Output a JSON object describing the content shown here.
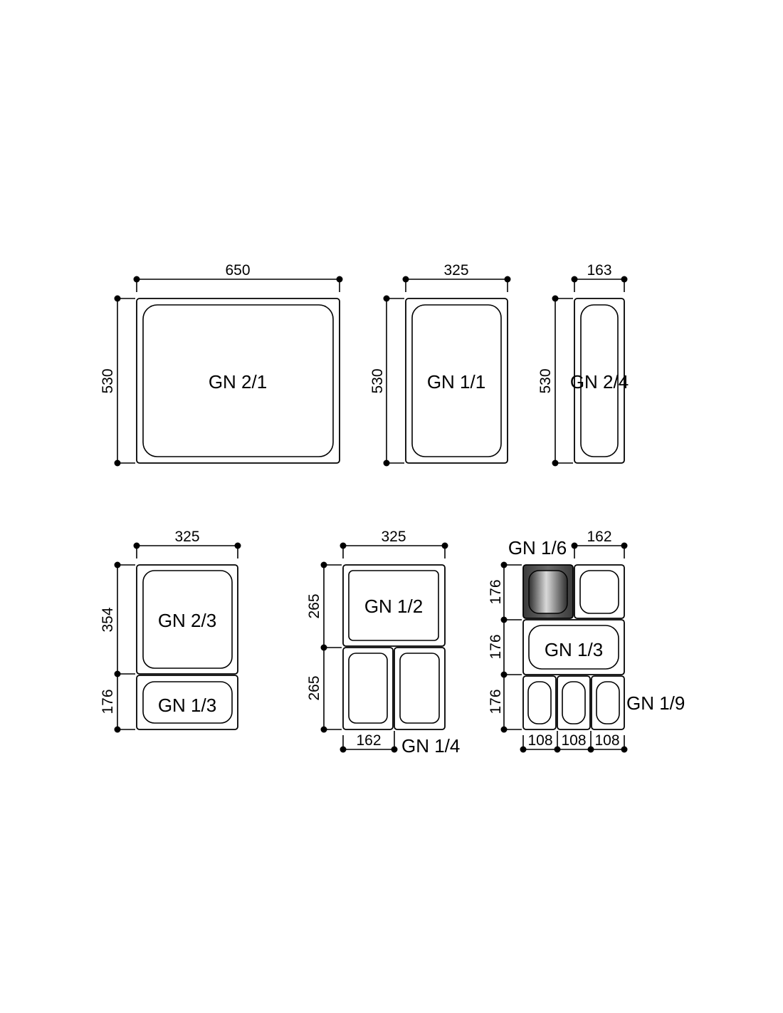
{
  "labels": {
    "gn_2_1": "GN 2/1",
    "gn_1_1": "GN 1/1",
    "gn_2_4": "GN 2/4",
    "gn_2_3": "GN 2/3",
    "gn_1_3_a": "GN 1/3",
    "gn_1_2": "GN 1/2",
    "gn_1_4": "GN 1/4",
    "gn_1_6": "GN 1/6",
    "gn_1_3_b": "GN 1/3",
    "gn_1_9": "GN 1/9"
  },
  "dimensions": {
    "gn21_width": "650",
    "gn21_height": "530",
    "gn11_width": "325",
    "gn11_height": "530",
    "gn24_width": "163",
    "gn24_height": "530",
    "gn23_width": "325",
    "gn23_height": "354",
    "gn13_height": "176",
    "gn12_width": "325",
    "gn12_height": "265",
    "gn14_height": "265",
    "gn14_width": "162",
    "gn16_width": "162",
    "gn16_height": "176",
    "gn13b_height": "176",
    "gn19_height": "176",
    "gn19_w1": "108",
    "gn19_w2": "108",
    "gn19_w3": "108"
  },
  "colors": {
    "line": "#000000",
    "background": "#ffffff",
    "highlight_steel": "#5a5a5a"
  }
}
